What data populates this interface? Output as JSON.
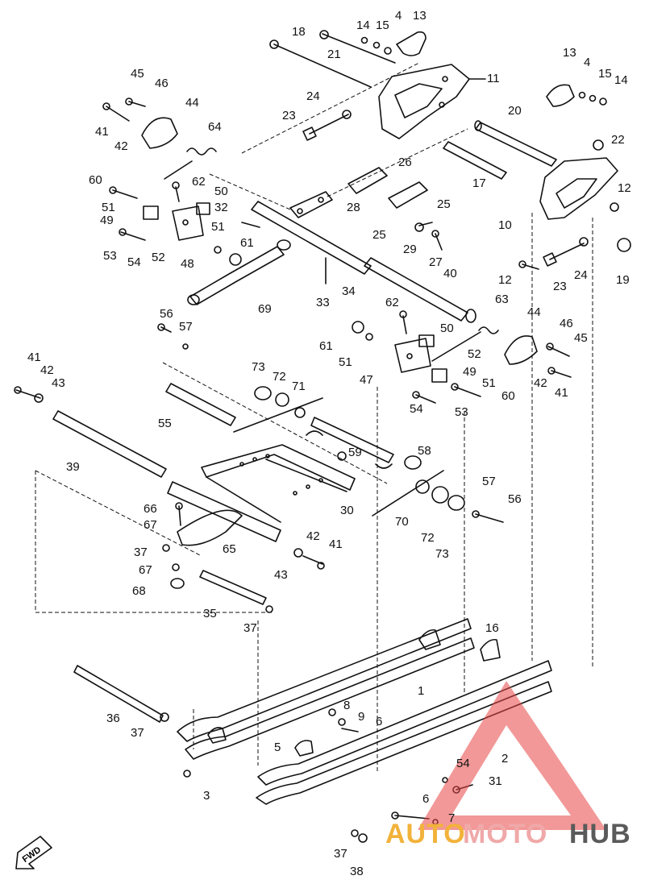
{
  "diagram": {
    "callouts": [
      {
        "id": "c13a",
        "text": "13"
      },
      {
        "id": "c14a",
        "text": "14"
      },
      {
        "id": "c15a",
        "text": "15"
      },
      {
        "id": "c4a",
        "text": "4"
      },
      {
        "id": "c18",
        "text": "18"
      },
      {
        "id": "c21",
        "text": "21"
      },
      {
        "id": "c11",
        "text": "11"
      },
      {
        "id": "c13b",
        "text": "13"
      },
      {
        "id": "c4b",
        "text": "4"
      },
      {
        "id": "c15b",
        "text": "15"
      },
      {
        "id": "c14b",
        "text": "14"
      },
      {
        "id": "c45a",
        "text": "45"
      },
      {
        "id": "c46a",
        "text": "46"
      },
      {
        "id": "c44a",
        "text": "44"
      },
      {
        "id": "c41a",
        "text": "41"
      },
      {
        "id": "c42a",
        "text": "42"
      },
      {
        "id": "c24a",
        "text": "24"
      },
      {
        "id": "c23a",
        "text": "23"
      },
      {
        "id": "c20",
        "text": "20"
      },
      {
        "id": "c22",
        "text": "22"
      },
      {
        "id": "c64",
        "text": "64"
      },
      {
        "id": "c26",
        "text": "26"
      },
      {
        "id": "c17",
        "text": "17"
      },
      {
        "id": "c60a",
        "text": "60"
      },
      {
        "id": "c62a",
        "text": "62"
      },
      {
        "id": "c50a",
        "text": "50"
      },
      {
        "id": "c51a",
        "text": "51"
      },
      {
        "id": "c32",
        "text": "32"
      },
      {
        "id": "c49a",
        "text": "49"
      },
      {
        "id": "c28",
        "text": "28"
      },
      {
        "id": "c25a",
        "text": "25"
      },
      {
        "id": "c12a",
        "text": "12"
      },
      {
        "id": "c10",
        "text": "10"
      },
      {
        "id": "c25b",
        "text": "25"
      },
      {
        "id": "c29",
        "text": "29"
      },
      {
        "id": "c27",
        "text": "27"
      },
      {
        "id": "c53a",
        "text": "53"
      },
      {
        "id": "c54a",
        "text": "54"
      },
      {
        "id": "c52a",
        "text": "52"
      },
      {
        "id": "c48",
        "text": "48"
      },
      {
        "id": "c51b",
        "text": "51"
      },
      {
        "id": "c61a",
        "text": "61"
      },
      {
        "id": "c12b",
        "text": "12"
      },
      {
        "id": "c23b",
        "text": "23"
      },
      {
        "id": "c24b",
        "text": "24"
      },
      {
        "id": "c19",
        "text": "19"
      },
      {
        "id": "c34",
        "text": "34"
      },
      {
        "id": "c40",
        "text": "40"
      },
      {
        "id": "c33",
        "text": "33"
      },
      {
        "id": "c69",
        "text": "69"
      },
      {
        "id": "c62b",
        "text": "62"
      },
      {
        "id": "c63",
        "text": "63"
      },
      {
        "id": "c44b",
        "text": "44"
      },
      {
        "id": "c56a",
        "text": "56"
      },
      {
        "id": "c57a",
        "text": "57"
      },
      {
        "id": "c50b",
        "text": "50"
      },
      {
        "id": "c46b",
        "text": "46"
      },
      {
        "id": "c45b",
        "text": "45"
      },
      {
        "id": "c61b",
        "text": "61"
      },
      {
        "id": "c51c",
        "text": "51"
      },
      {
        "id": "c52b",
        "text": "52"
      },
      {
        "id": "c41b",
        "text": "41"
      },
      {
        "id": "c42b",
        "text": "42"
      },
      {
        "id": "c43a",
        "text": "43"
      },
      {
        "id": "c47",
        "text": "47"
      },
      {
        "id": "c49b",
        "text": "49"
      },
      {
        "id": "c51d",
        "text": "51"
      },
      {
        "id": "c60b",
        "text": "60"
      },
      {
        "id": "c42c",
        "text": "42"
      },
      {
        "id": "c41c",
        "text": "41"
      },
      {
        "id": "c73a",
        "text": "73"
      },
      {
        "id": "c72a",
        "text": "72"
      },
      {
        "id": "c71",
        "text": "71"
      },
      {
        "id": "c54b",
        "text": "54"
      },
      {
        "id": "c53b",
        "text": "53"
      },
      {
        "id": "c55",
        "text": "55"
      },
      {
        "id": "c39",
        "text": "39"
      },
      {
        "id": "c59",
        "text": "59"
      },
      {
        "id": "c58",
        "text": "58"
      },
      {
        "id": "c57b",
        "text": "57"
      },
      {
        "id": "c56b",
        "text": "56"
      },
      {
        "id": "c30",
        "text": "30"
      },
      {
        "id": "c66",
        "text": "66"
      },
      {
        "id": "c67a",
        "text": "67"
      },
      {
        "id": "c70",
        "text": "70"
      },
      {
        "id": "c72b",
        "text": "72"
      },
      {
        "id": "c73b",
        "text": "73"
      },
      {
        "id": "c42d",
        "text": "42"
      },
      {
        "id": "c41d",
        "text": "41"
      },
      {
        "id": "c37a",
        "text": "37"
      },
      {
        "id": "c65",
        "text": "65"
      },
      {
        "id": "c43b",
        "text": "43"
      },
      {
        "id": "c67b",
        "text": "67"
      },
      {
        "id": "c68",
        "text": "68"
      },
      {
        "id": "c35",
        "text": "35"
      },
      {
        "id": "c37b",
        "text": "37"
      },
      {
        "id": "c16",
        "text": "16"
      },
      {
        "id": "c1",
        "text": "1"
      },
      {
        "id": "c8",
        "text": "8"
      },
      {
        "id": "c9",
        "text": "9"
      },
      {
        "id": "c6a",
        "text": "6"
      },
      {
        "id": "c36",
        "text": "36"
      },
      {
        "id": "c37c",
        "text": "37"
      },
      {
        "id": "c2",
        "text": "2"
      },
      {
        "id": "c5",
        "text": "5"
      },
      {
        "id": "c54c",
        "text": "54"
      },
      {
        "id": "c31",
        "text": "31"
      },
      {
        "id": "c3",
        "text": "3"
      },
      {
        "id": "c6b",
        "text": "6"
      },
      {
        "id": "c7",
        "text": "7"
      },
      {
        "id": "c37d",
        "text": "37"
      },
      {
        "id": "c38",
        "text": "38"
      }
    ],
    "fwd_label": "FWD"
  },
  "watermark": {
    "part1": "AUTO",
    "part2": "MOTO",
    "part3": "HUB",
    "colors": {
      "auto": "#f2b23a",
      "moto": "#f0a8a8",
      "hub": "#5a5a5a",
      "triangle": "#e84444"
    }
  }
}
